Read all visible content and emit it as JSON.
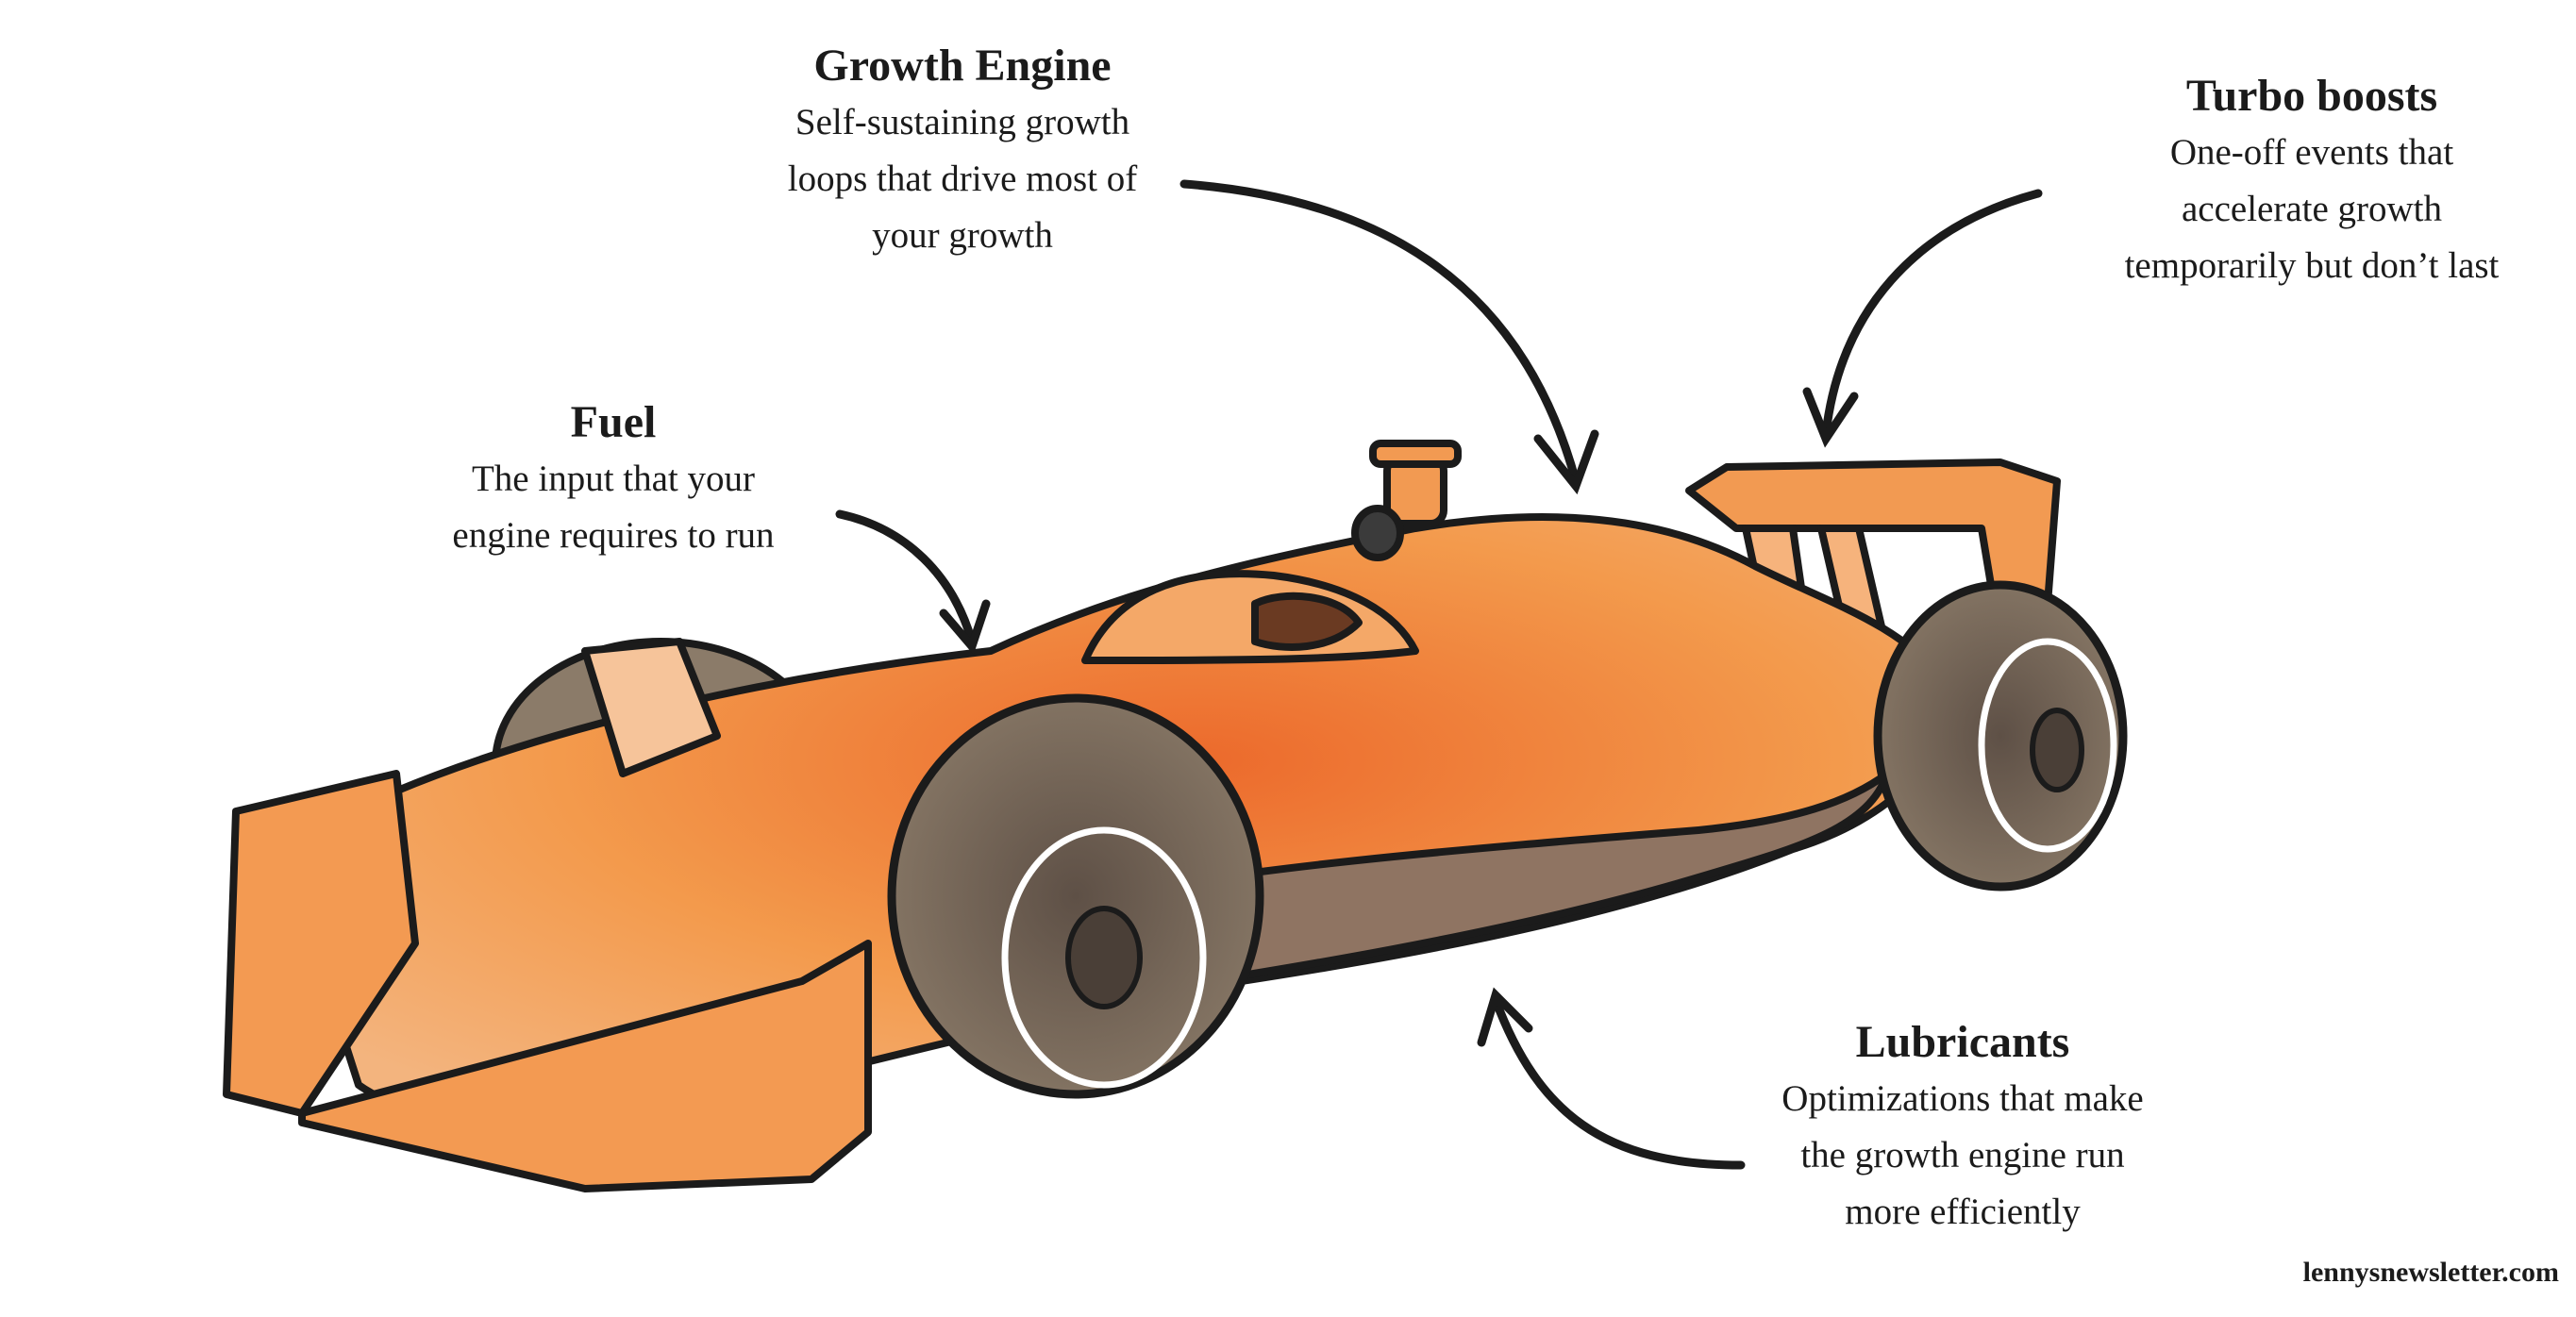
{
  "labels": {
    "growth_engine": {
      "title": "Growth Engine",
      "lines": [
        "Self-sustaining growth",
        "loops that drive most of",
        "your growth"
      ]
    },
    "turbo_boosts": {
      "title": "Turbo boosts",
      "lines": [
        "One-off events that",
        "accelerate growth",
        "temporarily but don’t last"
      ]
    },
    "fuel": {
      "title": "Fuel",
      "lines": [
        "The input that your",
        "engine requires to run"
      ]
    },
    "lubricants": {
      "title": "Lubricants",
      "lines": [
        "Optimizations that make",
        "the growth engine run",
        "more efficiently"
      ]
    }
  },
  "credit": "lennysnewsletter.com",
  "colors": {
    "body_orange": "#f08a3c",
    "body_light": "#f7c499",
    "tire": "#7a6a5a",
    "outline": "#1b1b1b"
  },
  "illustration": "orange-race-car"
}
